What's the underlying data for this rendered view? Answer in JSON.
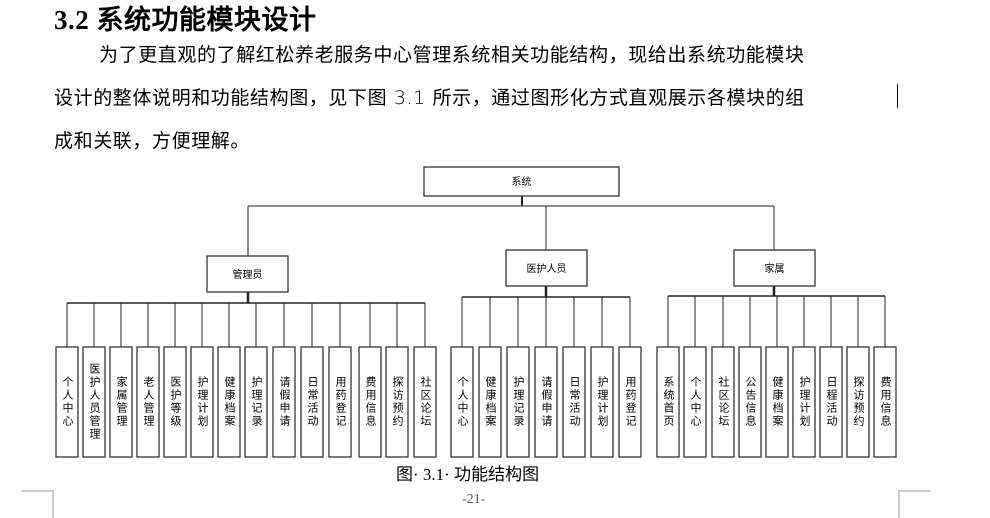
{
  "heading": "3.2 系统功能模块设计",
  "paragraph": {
    "line1": "为了更直观的了解红松养老服务中心管理系统相关功能结构，现给出系统功能模块",
    "line2": "设计的整体说明和功能结构图，见下图 3.1 所示，通过图形化方式直观展示各模块的组",
    "line3": "成和关联，方便理解。"
  },
  "diagram": {
    "root": "系统",
    "roles": [
      {
        "name": "管理员",
        "modules": [
          "个人中心",
          "医护人员管理",
          "家属管理",
          "老人管理",
          "医护等级",
          "护理计划",
          "健康档案",
          "护理记录",
          "请假申请",
          "日常活动",
          "用药登记",
          "费用信息",
          "探访预约",
          "社区论坛"
        ]
      },
      {
        "name": "医护人员",
        "modules": [
          "个人中心",
          "健康档案",
          "护理记录",
          "请假申请",
          "日常活动",
          "护理计划",
          "用药登记"
        ]
      },
      {
        "name": "家属",
        "modules": [
          "系统首页",
          "个人中心",
          "社区论坛",
          "公告信息",
          "健康档案",
          "护理计划",
          "日程活动",
          "探访预约",
          "费用信息"
        ]
      }
    ]
  },
  "caption": "图· 3.1· 功能结构图",
  "page_number": "-21-"
}
